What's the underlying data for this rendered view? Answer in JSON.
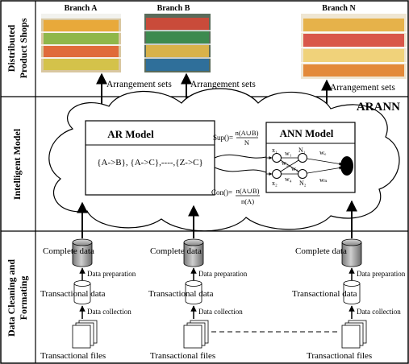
{
  "sections": {
    "shops": {
      "label_line1": "Distributed",
      "label_line2": "Product Shops"
    },
    "model": {
      "label": "Intelligent Model"
    },
    "cleaning": {
      "label_line1": "Data Cleaning and",
      "label_line2": "Formating"
    }
  },
  "branches": [
    {
      "name": "Branch A"
    },
    {
      "name": "Branch B"
    },
    {
      "name": "Branch N"
    }
  ],
  "arrangement_label": "Arrangement sets",
  "arann_label": "ARANN",
  "ar_model": {
    "title": "AR Model",
    "rules": "{A->B}, {A->C},----,{Z->C}"
  },
  "ann_model": {
    "title": "ANN Model"
  },
  "formulas": {
    "sup_prefix": "Sup()=",
    "sup_num": "n(A∪B)",
    "sup_den": "N",
    "con_prefix": "Con()=",
    "con_num": "n(A∪B)",
    "con_den": "n(A)"
  },
  "ann_labels": {
    "x1": "x₁",
    "x2": "x₂",
    "n1": "N₁",
    "n2": "N₂",
    "w1": "w₁",
    "w2": "w₂",
    "w3": "w₃",
    "w4": "w₄",
    "we": "wₑ",
    "wn": "wₙ"
  },
  "pipeline": {
    "complete": "Complete data",
    "preparation": "Data preparation",
    "transactional": "Transactional data",
    "collection": "Data collection",
    "files": "Transactional files"
  }
}
